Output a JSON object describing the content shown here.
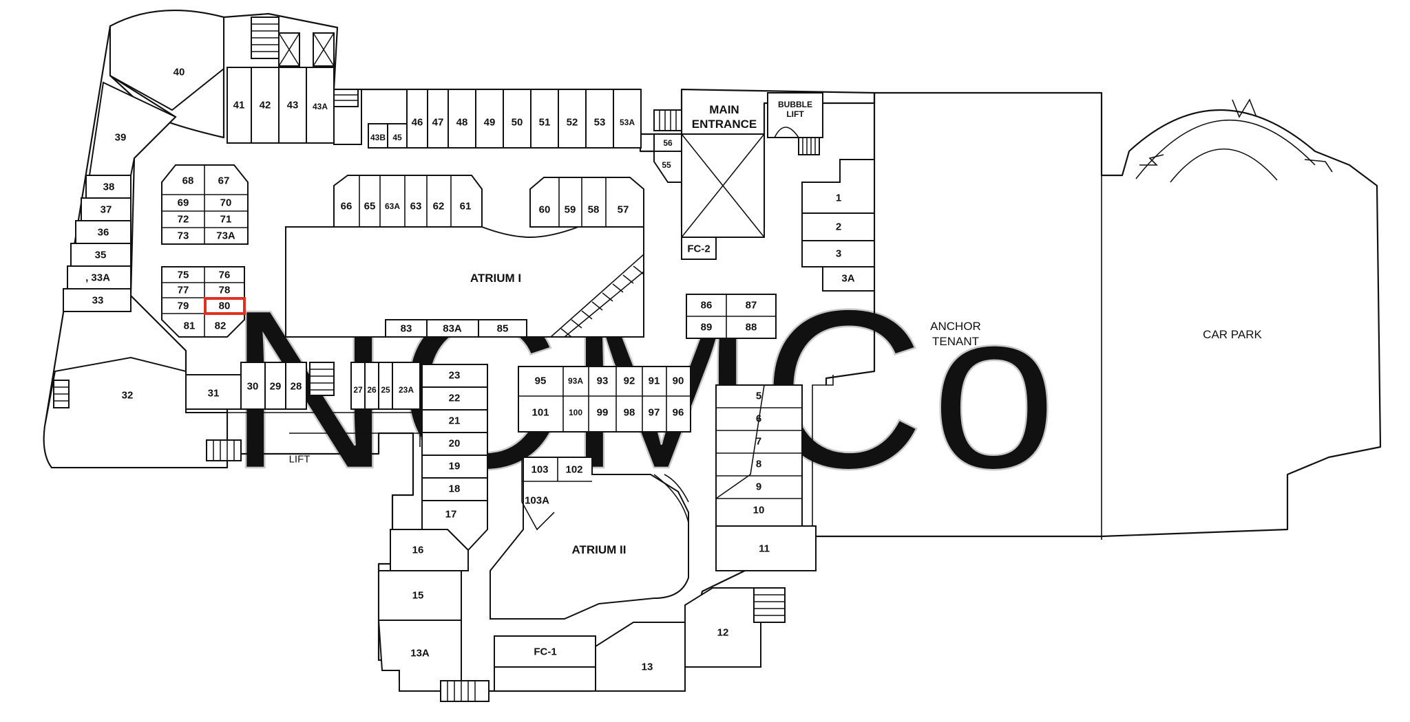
{
  "watermark": "NCMCo",
  "colors": {
    "highlight": "#e03020",
    "line": "#111111"
  },
  "labels": {
    "atrium1": "ATRIUM I",
    "atrium2": "ATRIUM II",
    "main_entrance_1": "MAIN",
    "main_entrance_2": "ENTRANCE",
    "bubble_lift_1": "BUBBLE",
    "bubble_lift_2": "LIFT",
    "anchor_1": "ANCHOR",
    "anchor_2": "TENANT",
    "car_park": "CAR PARK",
    "lift": "LIFT",
    "fc1": "FC-1",
    "fc2": "FC-2"
  },
  "highlighted_unit": "80",
  "units": [
    {
      "id": "40",
      "label": "40"
    },
    {
      "id": "39",
      "label": "39"
    },
    {
      "id": "38",
      "label": "38"
    },
    {
      "id": "37",
      "label": "37"
    },
    {
      "id": "36",
      "label": "36"
    },
    {
      "id": "35",
      "label": "35"
    },
    {
      "id": "33A-w",
      "label": ", 33A"
    },
    {
      "id": "33",
      "label": "33"
    },
    {
      "id": "32",
      "label": "32"
    },
    {
      "id": "31",
      "label": "31"
    },
    {
      "id": "30",
      "label": "30"
    },
    {
      "id": "29",
      "label": "29"
    },
    {
      "id": "28",
      "label": "28"
    },
    {
      "id": "27",
      "label": "27"
    },
    {
      "id": "26",
      "label": "26"
    },
    {
      "id": "25",
      "label": "25"
    },
    {
      "id": "23A",
      "label": "23A"
    },
    {
      "id": "23",
      "label": "23"
    },
    {
      "id": "22",
      "label": "22"
    },
    {
      "id": "21",
      "label": "21"
    },
    {
      "id": "20",
      "label": "20"
    },
    {
      "id": "19",
      "label": "19"
    },
    {
      "id": "18",
      "label": "18"
    },
    {
      "id": "17",
      "label": "17"
    },
    {
      "id": "16",
      "label": "16"
    },
    {
      "id": "15",
      "label": "15"
    },
    {
      "id": "13A",
      "label": "13A"
    },
    {
      "id": "13",
      "label": "13"
    },
    {
      "id": "12",
      "label": "12"
    },
    {
      "id": "11",
      "label": "11"
    },
    {
      "id": "10",
      "label": "10"
    },
    {
      "id": "9",
      "label": "9"
    },
    {
      "id": "8",
      "label": "8"
    },
    {
      "id": "7",
      "label": "7"
    },
    {
      "id": "6",
      "label": "6"
    },
    {
      "id": "5",
      "label": "5"
    },
    {
      "id": "1",
      "label": "1"
    },
    {
      "id": "2",
      "label": "2"
    },
    {
      "id": "3",
      "label": "3"
    },
    {
      "id": "3A",
      "label": "3A"
    },
    {
      "id": "41",
      "label": "41"
    },
    {
      "id": "42",
      "label": "42"
    },
    {
      "id": "43",
      "label": "43"
    },
    {
      "id": "43A",
      "label": "43A"
    },
    {
      "id": "43B",
      "label": "43B"
    },
    {
      "id": "45",
      "label": "45"
    },
    {
      "id": "46",
      "label": "46"
    },
    {
      "id": "47",
      "label": "47"
    },
    {
      "id": "48",
      "label": "48"
    },
    {
      "id": "49",
      "label": "49"
    },
    {
      "id": "50",
      "label": "50"
    },
    {
      "id": "51",
      "label": "51"
    },
    {
      "id": "52",
      "label": "52"
    },
    {
      "id": "53",
      "label": "53"
    },
    {
      "id": "53A",
      "label": "53A"
    },
    {
      "id": "56",
      "label": "56"
    },
    {
      "id": "55",
      "label": "55"
    },
    {
      "id": "66",
      "label": "66"
    },
    {
      "id": "65",
      "label": "65"
    },
    {
      "id": "63A-n",
      "label": "63A"
    },
    {
      "id": "63",
      "label": "63"
    },
    {
      "id": "62",
      "label": "62"
    },
    {
      "id": "61",
      "label": "61"
    },
    {
      "id": "60",
      "label": "60"
    },
    {
      "id": "59",
      "label": "59"
    },
    {
      "id": "58",
      "label": "58"
    },
    {
      "id": "57",
      "label": "57"
    },
    {
      "id": "68",
      "label": "68"
    },
    {
      "id": "67",
      "label": "67"
    },
    {
      "id": "69",
      "label": "69"
    },
    {
      "id": "70",
      "label": "70"
    },
    {
      "id": "72",
      "label": "72"
    },
    {
      "id": "71",
      "label": "71"
    },
    {
      "id": "73",
      "label": "73"
    },
    {
      "id": "73A",
      "label": "73A"
    },
    {
      "id": "75",
      "label": "75"
    },
    {
      "id": "76",
      "label": "76"
    },
    {
      "id": "77",
      "label": "77"
    },
    {
      "id": "78",
      "label": "78"
    },
    {
      "id": "79",
      "label": "79"
    },
    {
      "id": "80",
      "label": "80"
    },
    {
      "id": "81",
      "label": "81"
    },
    {
      "id": "82",
      "label": "82"
    },
    {
      "id": "83",
      "label": "83"
    },
    {
      "id": "83A",
      "label": "83A"
    },
    {
      "id": "85",
      "label": "85"
    },
    {
      "id": "86",
      "label": "86"
    },
    {
      "id": "87",
      "label": "87"
    },
    {
      "id": "89",
      "label": "89"
    },
    {
      "id": "88",
      "label": "88"
    },
    {
      "id": "95",
      "label": "95"
    },
    {
      "id": "93A",
      "label": "93A"
    },
    {
      "id": "93",
      "label": "93"
    },
    {
      "id": "92",
      "label": "92"
    },
    {
      "id": "91",
      "label": "91"
    },
    {
      "id": "90",
      "label": "90"
    },
    {
      "id": "101",
      "label": "101"
    },
    {
      "id": "100",
      "label": "100"
    },
    {
      "id": "99",
      "label": "99"
    },
    {
      "id": "98",
      "label": "98"
    },
    {
      "id": "97",
      "label": "97"
    },
    {
      "id": "96",
      "label": "96"
    },
    {
      "id": "103",
      "label": "103"
    },
    {
      "id": "102",
      "label": "102"
    },
    {
      "id": "103A",
      "label": "103A"
    }
  ]
}
